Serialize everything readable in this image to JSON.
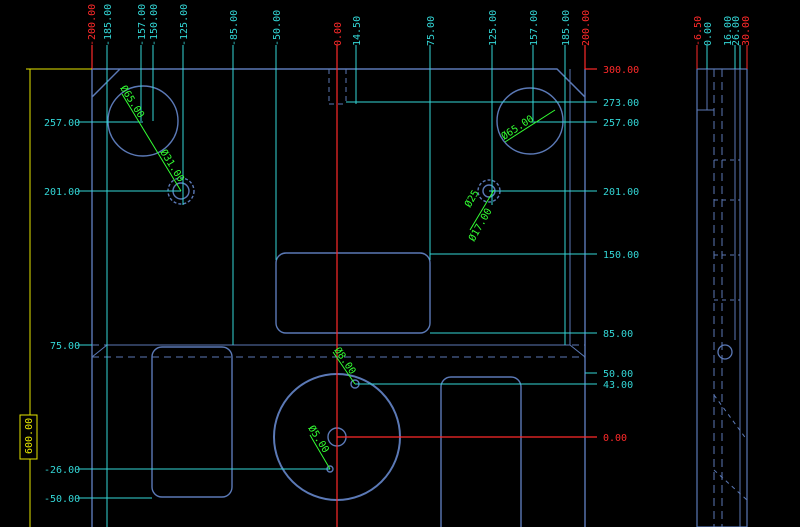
{
  "colors": {
    "background": "#000000",
    "outline": "#5b79b6",
    "dimension": "#33d6d6",
    "datum": "#ff2a2a",
    "callout": "#33ff33",
    "frame": "#e6e600"
  },
  "top_ticks": [
    {
      "label": "-200.00",
      "role": "datum"
    },
    {
      "label": "-185.00",
      "role": "dim"
    },
    {
      "label": "-157.00",
      "role": "dim"
    },
    {
      "label": "-150.00",
      "role": "dim"
    },
    {
      "label": "-125.00",
      "role": "dim"
    },
    {
      "label": "-85.00",
      "role": "dim"
    },
    {
      "label": "-50.00",
      "role": "dim"
    },
    {
      "label": "0.00",
      "role": "datum"
    },
    {
      "label": "14.50",
      "role": "dim"
    },
    {
      "label": "75.00",
      "role": "dim"
    },
    {
      "label": "125.00",
      "role": "dim"
    },
    {
      "label": "157.00",
      "role": "dim"
    },
    {
      "label": "185.00",
      "role": "dim"
    },
    {
      "label": "200.00",
      "role": "datum"
    }
  ],
  "right_ticks": [
    {
      "label": "300.00",
      "role": "datum"
    },
    {
      "label": "273.00",
      "role": "dim"
    },
    {
      "label": "257.00",
      "role": "dim"
    },
    {
      "label": "201.00",
      "role": "dim"
    },
    {
      "label": "150.00",
      "role": "dim"
    },
    {
      "label": "85.00",
      "role": "dim"
    },
    {
      "label": "50.00",
      "role": "dim"
    },
    {
      "label": "43.00",
      "role": "dim"
    },
    {
      "label": "0.00",
      "role": "datum"
    }
  ],
  "left_ticks": [
    {
      "label": "257.00"
    },
    {
      "label": "201.00"
    },
    {
      "label": "75.00"
    },
    {
      "label": "-26.00"
    },
    {
      "label": "-50.00"
    }
  ],
  "side_view_ticks": [
    {
      "label": "-6.50",
      "role": "datum"
    },
    {
      "label": "0.00",
      "role": "dim"
    },
    {
      "label": "16.00",
      "role": "dim"
    },
    {
      "label": "26.00",
      "role": "dim"
    },
    {
      "label": "30.00",
      "role": "datum"
    }
  ],
  "callouts": {
    "hole_top_left": "Ø65.00",
    "hole_top_right": "Ø65.00",
    "counterbore_left": "Ø31.00",
    "counterbore_right_1": "Ø25",
    "counterbore_right_2": "Ø17.00",
    "small_hole": "Ø8.00",
    "center_hole": "Ø5.00"
  },
  "overall_height_label": "600.00"
}
